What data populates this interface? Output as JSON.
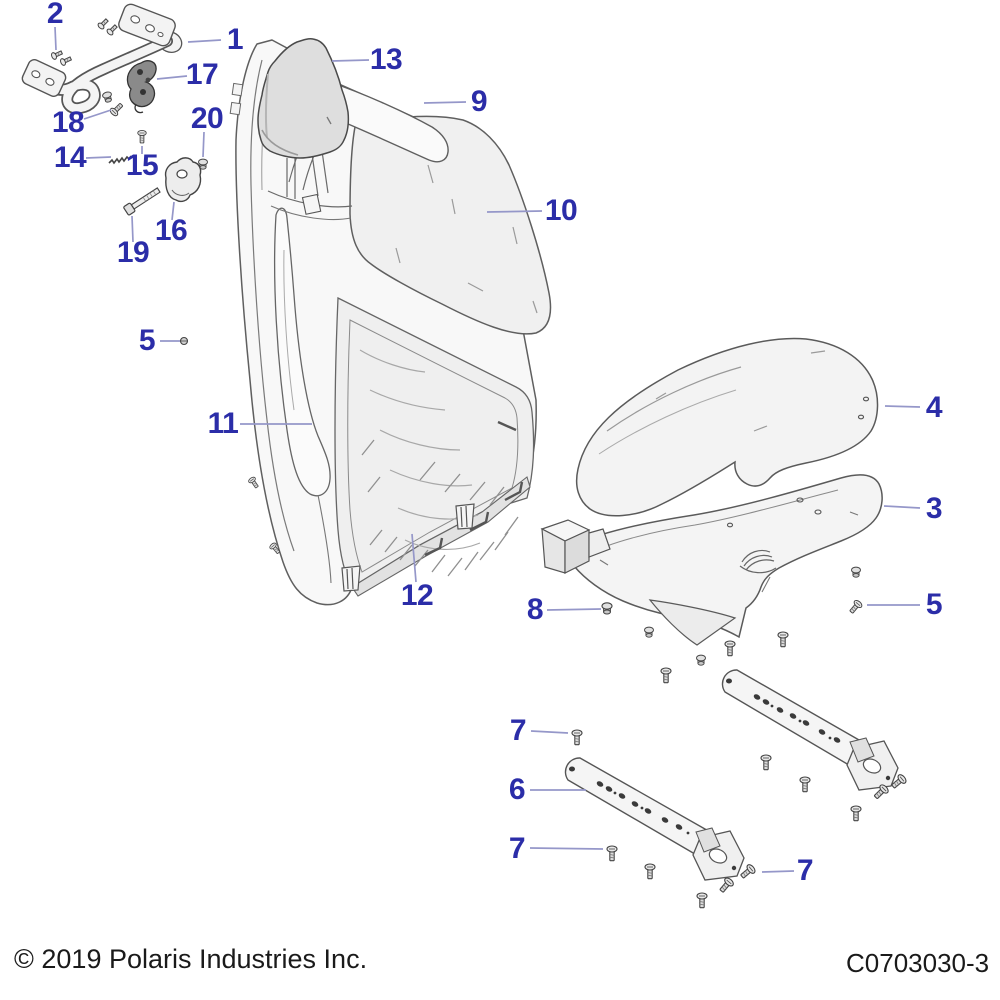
{
  "diagram": {
    "kind": "exploded-parts-diagram",
    "subject": "seat assembly"
  },
  "colors": {
    "callout_text": "#2b2da8",
    "leader_line": "#9597c9",
    "line_art": "#565656",
    "fill_light": "#f3f3f3",
    "background": "#ffffff"
  },
  "callouts": [
    {
      "label": "1"
    },
    {
      "label": "2"
    },
    {
      "label": "13"
    },
    {
      "label": "17"
    },
    {
      "label": "9"
    },
    {
      "label": "18"
    },
    {
      "label": "20"
    },
    {
      "label": "14"
    },
    {
      "label": "15"
    },
    {
      "label": "10"
    },
    {
      "label": "16"
    },
    {
      "label": "19"
    },
    {
      "label": "5"
    },
    {
      "label": "11"
    },
    {
      "label": "4"
    },
    {
      "label": "3"
    },
    {
      "label": "12"
    },
    {
      "label": "8"
    },
    {
      "label": "5"
    },
    {
      "label": "7"
    },
    {
      "label": "6"
    },
    {
      "label": "7"
    },
    {
      "label": "7"
    }
  ],
  "footer": {
    "copyright": "© 2019 Polaris Industries Inc.",
    "part_code": "C0703030-3"
  }
}
